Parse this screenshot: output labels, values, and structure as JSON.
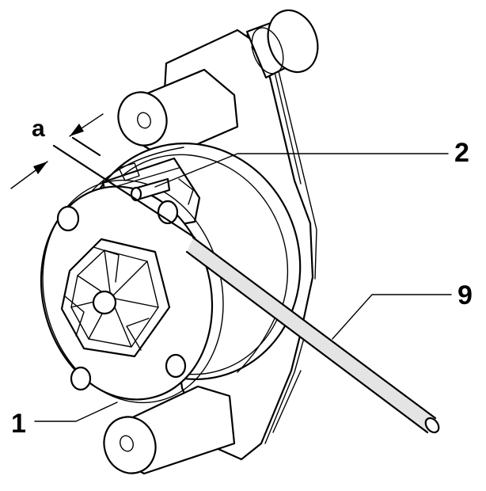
{
  "labels": {
    "gap": "a",
    "part_1": "1",
    "part_2": "2",
    "part_9": "9"
  }
}
